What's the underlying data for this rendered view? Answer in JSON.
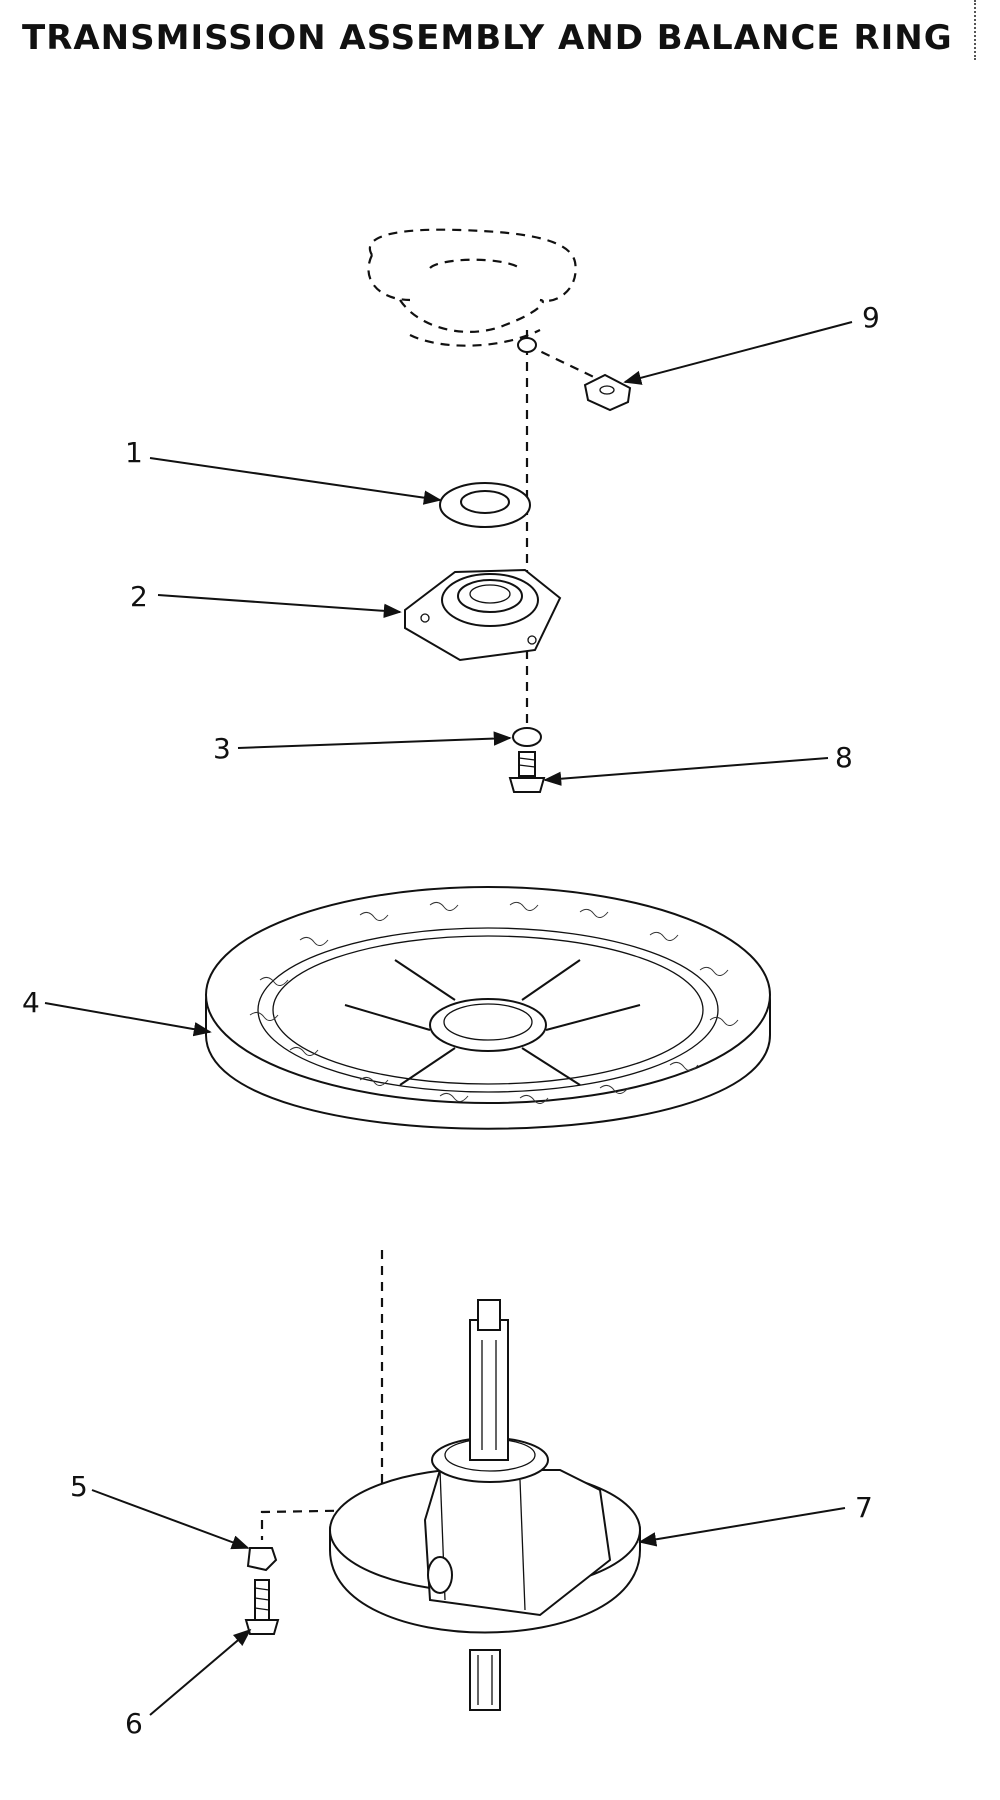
{
  "title": "TRANSMISSION ASSEMBLY AND BALANCE RING",
  "callouts": {
    "c1": "1",
    "c2": "2",
    "c3": "3",
    "c4": "4",
    "c5": "5",
    "c6": "6",
    "c7": "7",
    "c8": "8",
    "c9": "9"
  }
}
